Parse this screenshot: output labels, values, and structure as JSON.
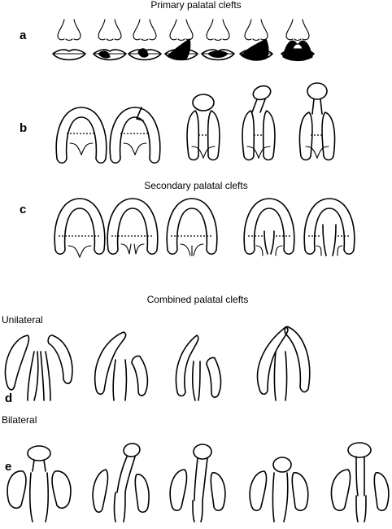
{
  "headings": {
    "primary": "Primary palatal clefts",
    "secondary": "Secondary palatal clefts",
    "combined": "Combined palatal clefts",
    "unilateral": "Unilateral",
    "bilateral": "Bilateral"
  },
  "panels": {
    "a": "a",
    "b": "b",
    "c": "c",
    "d": "d",
    "e": "e"
  },
  "colors": {
    "ink": "#000000",
    "background": "#ffffff"
  }
}
